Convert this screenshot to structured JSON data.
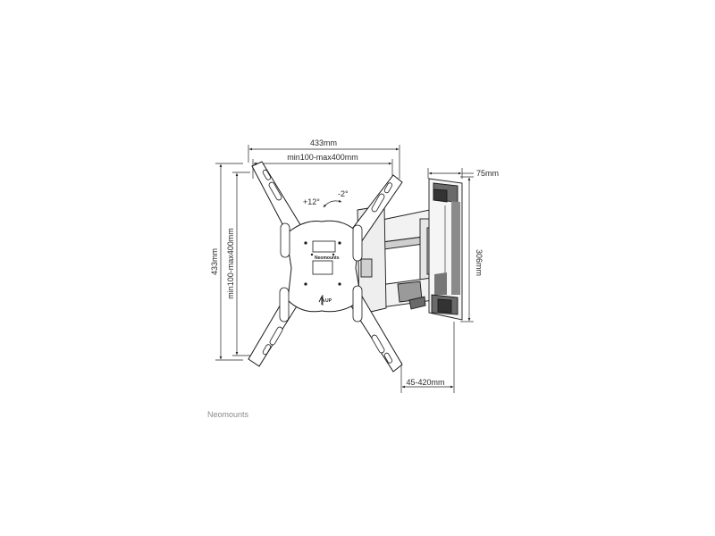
{
  "diagram": {
    "dim_width_outer": "433mm",
    "dim_width_vesa": "min100-max400mm",
    "dim_height_outer": "433mm",
    "dim_height_vesa": "min100-max400mm",
    "dim_depth_min": "75mm",
    "dim_bracket_height": "306mm",
    "dim_extension": "45-420mm",
    "tilt_up": "+12°",
    "tilt_down": "-2°",
    "plate_logo": "Neomounts",
    "up_label": "UP"
  },
  "footer": {
    "brand": "Neomounts"
  },
  "colors": {
    "line": "#1a1a1a",
    "fill_light": "#ffffff",
    "fill_mid": "#d9d9d9",
    "fill_dark": "#555555"
  }
}
